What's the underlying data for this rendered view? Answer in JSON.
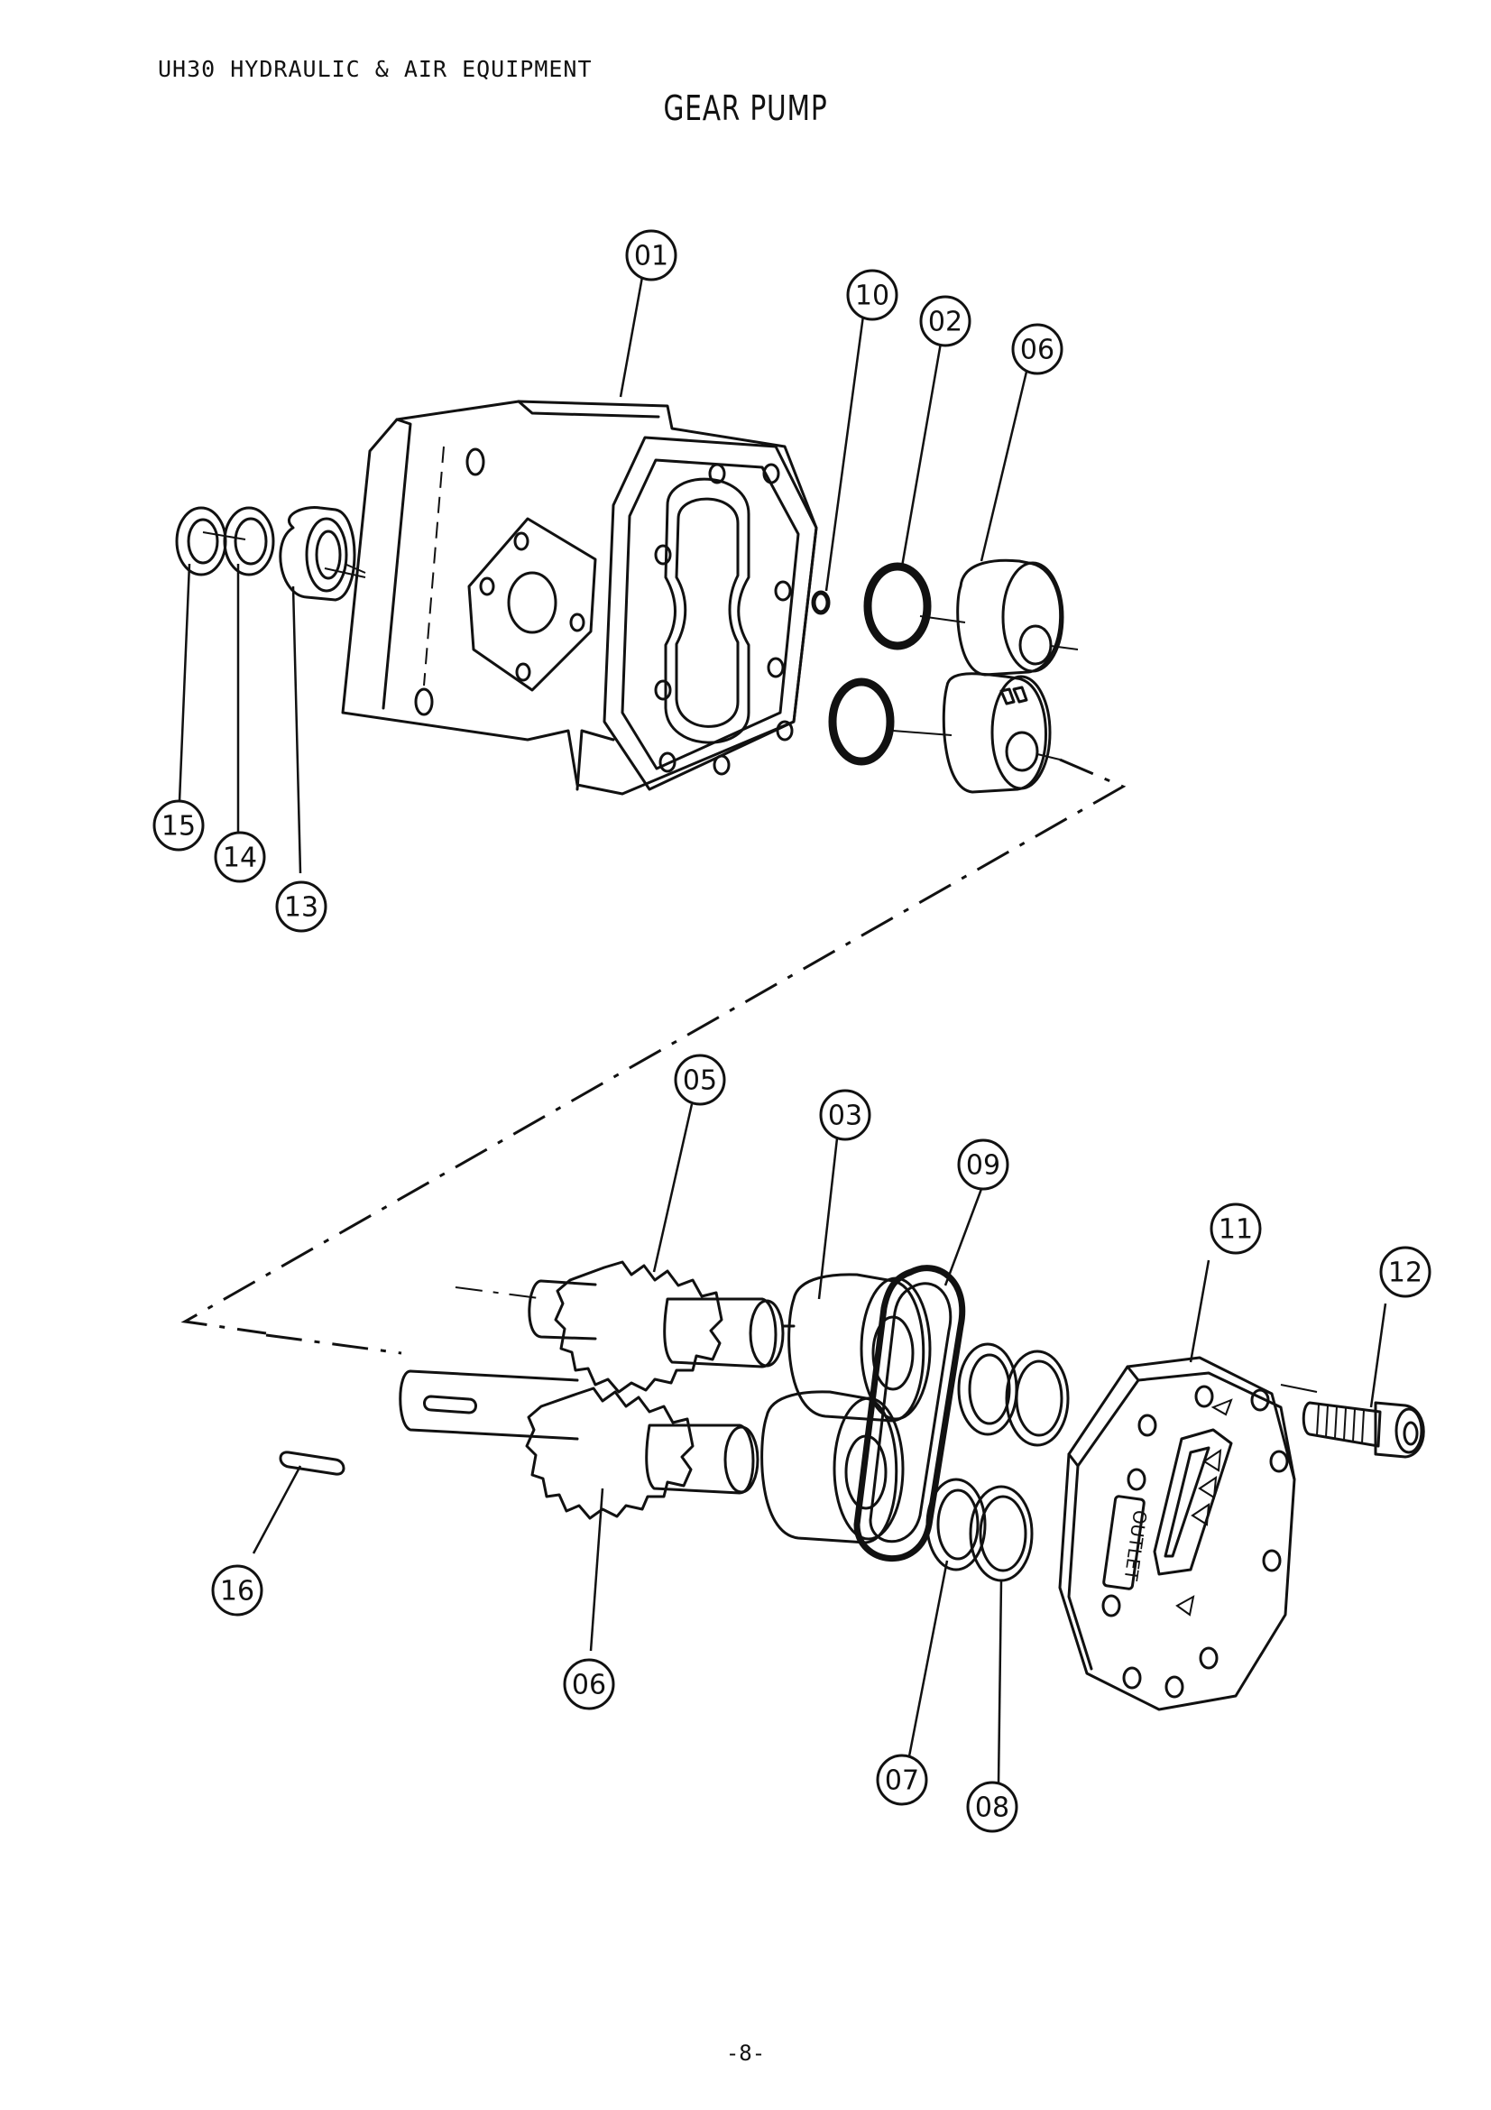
{
  "header": {
    "doc_title": "UH30 HYDRAULIC & AIR EQUIPMENT",
    "section_title": "GEAR PUMP"
  },
  "footer": {
    "page_number": "-8-"
  },
  "diagram": {
    "outlet_label": "OUTLET",
    "callouts": [
      {
        "id": "c01",
        "label": "01"
      },
      {
        "id": "c10",
        "label": "10"
      },
      {
        "id": "c02",
        "label": "02"
      },
      {
        "id": "c06a",
        "label": "06"
      },
      {
        "id": "c15",
        "label": "15"
      },
      {
        "id": "c14",
        "label": "14"
      },
      {
        "id": "c13",
        "label": "13"
      },
      {
        "id": "c05",
        "label": "05"
      },
      {
        "id": "c03",
        "label": "03"
      },
      {
        "id": "c09",
        "label": "09"
      },
      {
        "id": "c11",
        "label": "11"
      },
      {
        "id": "c12",
        "label": "12"
      },
      {
        "id": "c16",
        "label": "16"
      },
      {
        "id": "c06b",
        "label": "06"
      },
      {
        "id": "c07",
        "label": "07"
      },
      {
        "id": "c08",
        "label": "08"
      }
    ]
  }
}
